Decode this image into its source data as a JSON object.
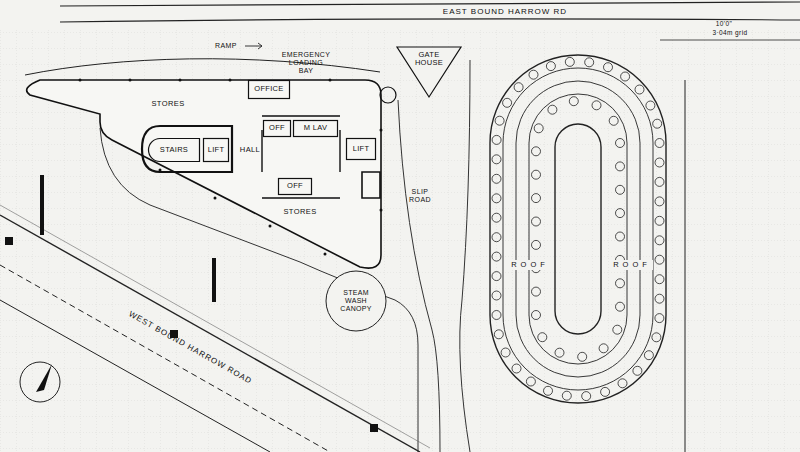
{
  "diagram": {
    "nodes": [
      {
        "text": [
          "OFFICE"
        ]
      },
      {
        "text": [
          "OFF"
        ]
      },
      {
        "text": [
          "M LAV"
        ]
      },
      {
        "text": [
          "STAIRS"
        ]
      },
      {
        "text": [
          "LIFT"
        ]
      },
      {
        "text": [
          "OFF"
        ]
      },
      {
        "text": [
          "LIFT"
        ]
      },
      {
        "text": [
          "GATE HOUSE"
        ]
      },
      {
        "text": [
          "STEAM WASH CANOPY"
        ]
      }
    ],
    "labels": [
      "EAST BOUND HARROW RD",
      "10'0\"",
      "3·04m grid",
      "RAMP",
      "EMERGENCY LOADING BAY",
      "STORES",
      "HALL",
      "STORES",
      "SLIP ROAD",
      "WEST BOUND HARROW ROAD",
      "ROOF",
      "ROOF"
    ]
  }
}
